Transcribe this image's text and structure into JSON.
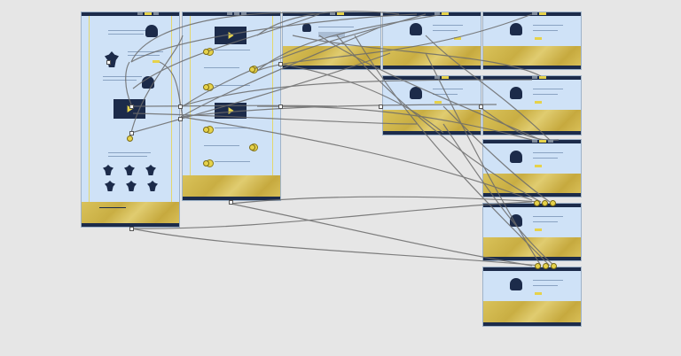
{
  "canvas": {
    "background": "#e6e6e6"
  },
  "theme": {
    "artboard_bg": "#cfe2f7",
    "navy": "#1c2b4a",
    "gold": "#e6d24a",
    "wire": "#666666"
  },
  "artboards": [
    {
      "id": "ab-1"
    },
    {
      "id": "ab-2"
    },
    {
      "id": "ab-3"
    },
    {
      "id": "ab-4"
    },
    {
      "id": "ab-5"
    },
    {
      "id": "ab-6"
    },
    {
      "id": "ab-7"
    },
    {
      "id": "ab-8"
    },
    {
      "id": "ab-9"
    },
    {
      "id": "ab-10"
    }
  ]
}
